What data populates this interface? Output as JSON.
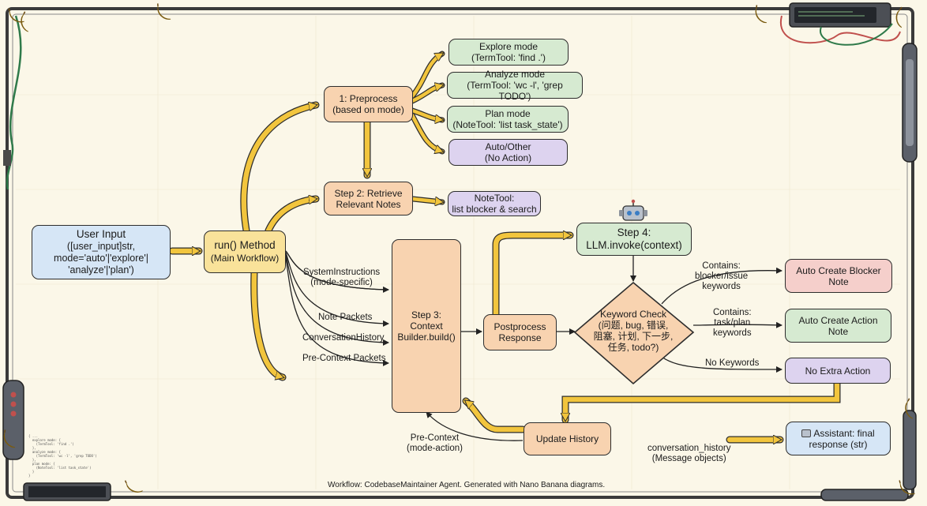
{
  "nodes": {
    "user_input": {
      "line1": "User Input",
      "line2": "([user_input]str, mode='auto'|'explore'| 'analyze'|'plan')"
    },
    "run_method": {
      "line1": "run() Method",
      "line2": "(Main Workflow)"
    },
    "preprocess": {
      "line1": "1: Preprocess",
      "line2": "(based on mode)"
    },
    "explore_mode": {
      "line1": "Explore mode",
      "line2": "(TermTool: 'find .')"
    },
    "analyze_mode": {
      "line1": "Analyze mode",
      "line2": "(TermTool: 'wc -l', 'grep TODO')"
    },
    "plan_mode": {
      "line1": "Plan mode",
      "line2": "(NoteTool: 'list task_state')"
    },
    "auto_other": {
      "line1": "Auto/Other",
      "line2": "(No Action)"
    },
    "retrieve_notes": {
      "line1": "Step 2: Retrieve",
      "line2": "Relevant Notes"
    },
    "notetool_list": {
      "line1": "NoteTool:",
      "line2": "list blocker & search"
    },
    "context_builder": {
      "line1": "Step 3:",
      "line2": "Context",
      "line3": "Builder.build()"
    },
    "postprocess": {
      "line1": "Postprocess",
      "line2": "Response"
    },
    "llm_invoke": {
      "line1": "Step 4:",
      "line2": "LLM.invoke(context)"
    },
    "keyword_check": {
      "line1": "Keyword Check",
      "line2": "(问题, bug, 错误,",
      "line3": "阻塞, 计划, 下一步,",
      "line4": "任务, todo?)"
    },
    "blocker_note": {
      "line1": "Auto Create Blocker",
      "line2": "Note"
    },
    "action_note": {
      "line1": "Auto Create Action",
      "line2": "Note"
    },
    "no_extra": {
      "line1": "No Extra Action"
    },
    "update_history": {
      "line1": "Update History"
    },
    "assistant_final": {
      "line1": "Assistant: final",
      "line2": "response (str)"
    }
  },
  "edge_labels": {
    "system_instructions": {
      "line1": "SystemInstructions",
      "line2": "(mode-specific)"
    },
    "note_packets": "Note Packets",
    "conversation_history": "ConversationHistory",
    "pre_context_packets": "Pre-Context Packets",
    "blocker_keywords": {
      "line1": "Contains:",
      "line2": "blocker/issue",
      "line3": "keywords"
    },
    "task_keywords": {
      "line1": "Contains:",
      "line2": "task/plan",
      "line3": "keywords"
    },
    "no_keywords": "No Keywords",
    "pre_context_action": {
      "line1": "Pre-Context",
      "line2": "(mode-action)"
    },
    "conversation_history_out": {
      "line1": "conversation_history",
      "line2": "(Message objects)"
    }
  },
  "caption": "Workflow: CodebaseMaintainer Agent. Generated with Nano Banana diagrams.",
  "colors": {
    "orange": "#f8d3b0",
    "green": "#d6ead1",
    "purple": "#ddd3ef",
    "blue": "#d6e6f6",
    "yellow": "#f9e29a",
    "red": "#f5cfcb",
    "background": "#fbf7e8",
    "banana": "#f2c53d"
  },
  "icons": {
    "robot": "robot-icon",
    "assistant": "robot-small-icon",
    "banana": "banana-icon"
  }
}
